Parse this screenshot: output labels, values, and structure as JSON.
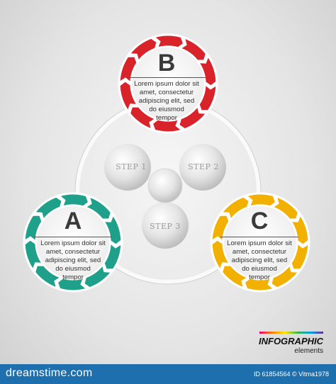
{
  "colors": {
    "circle_b": "#d8232a",
    "circle_a": "#1fa08a",
    "circle_c": "#f2b100",
    "ring_track": "#ffffff",
    "footer_bg": "#1e6fae"
  },
  "circles": [
    {
      "id": "B",
      "letter": "B",
      "text_lines": [
        "Lorem ipsum dolor sit",
        "amet, consectetur",
        "adipiscing elit, sed",
        "do eiusmod",
        "tempor"
      ]
    },
    {
      "id": "A",
      "letter": "A",
      "text_lines": [
        "Lorem ipsum dolor sit",
        "amet, consectetur",
        "adipiscing elit, sed",
        "do eiusmod",
        "tempor"
      ]
    },
    {
      "id": "C",
      "letter": "C",
      "text_lines": [
        "Lorem ipsum dolor sit",
        "amet, consectetur",
        "adipiscing elit, sed",
        "do eiusmod",
        "tempor"
      ]
    }
  ],
  "steps": [
    "STEP 1",
    "STEP 2",
    "STEP 3"
  ],
  "brand": {
    "title": "INFOGRAPHIC",
    "subtitle": "elements"
  },
  "footer": {
    "logo": "dreamstime.com",
    "id_text": "ID 61854564 © Vitma1978"
  },
  "icons": [
    "arrow-segment-icon",
    "dreamstime-logo-icon"
  ]
}
